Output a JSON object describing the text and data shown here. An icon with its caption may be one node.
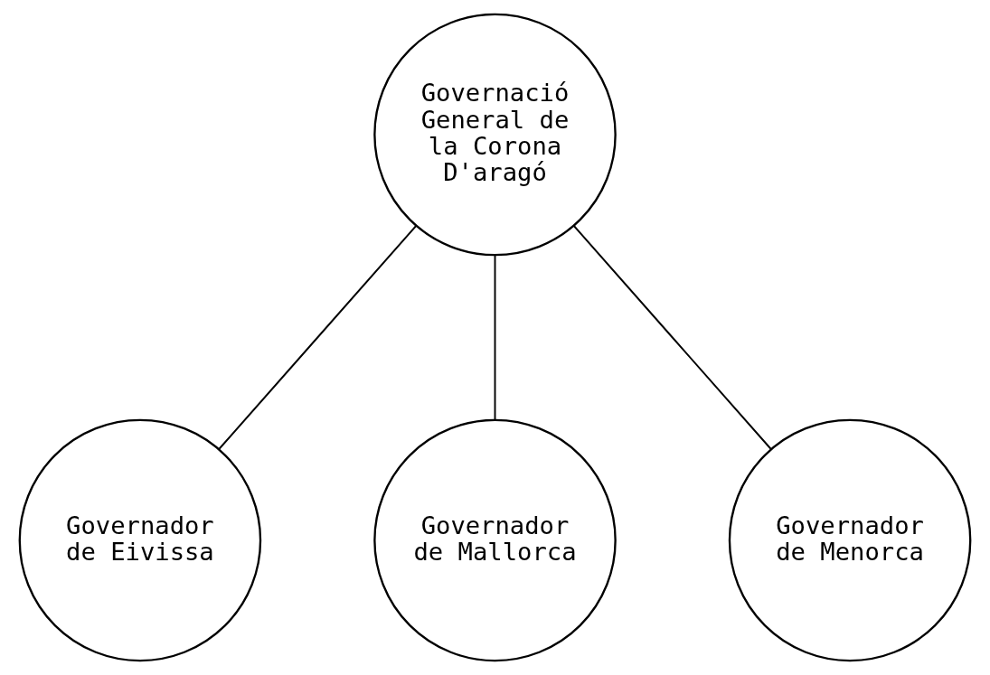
{
  "diagram": {
    "nodes": [
      {
        "text": [
          "Governació General de la Corona D'aragó"
        ]
      },
      {
        "text": [
          "Governador de Eivissa"
        ]
      },
      {
        "text": [
          "Governador de Mallorca"
        ]
      },
      {
        "text": [
          "Governador de Menorca"
        ]
      }
    ],
    "edges": [
      {
        "from": 0,
        "to": 1,
        "arrow": "none"
      },
      {
        "from": 0,
        "to": 2,
        "arrow": "none"
      },
      {
        "from": 0,
        "to": 3,
        "arrow": "none"
      }
    ]
  }
}
